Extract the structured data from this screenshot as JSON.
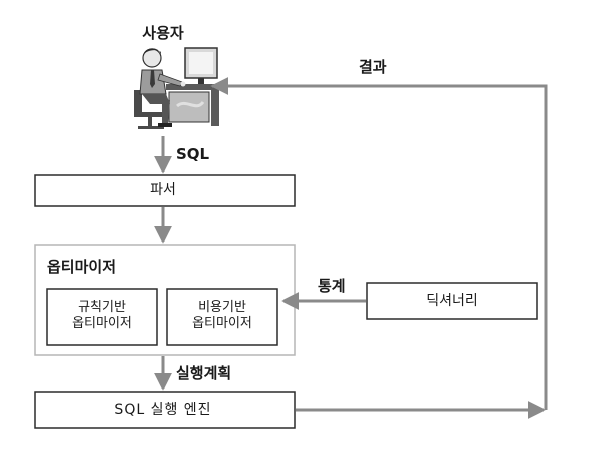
{
  "colors": {
    "box_border": "#2b2b2b",
    "optimizer_border": "#b5b5b5",
    "arrow": "#8a8a8a",
    "text": "#1a1a1a"
  },
  "icons": {
    "user": "user-at-computer-icon"
  },
  "nodes": {
    "user_label": "사용자",
    "parser": "파서",
    "optimizer_title": "옵티마이저",
    "rule_based_line1": "규칙기반",
    "rule_based_line2": "옵티마이저",
    "cost_based_line1": "비용기반",
    "cost_based_line2": "옵티마이저",
    "dictionary": "딕셔너리",
    "engine": "SQL 실행 엔진"
  },
  "edges": {
    "sql": "SQL",
    "stats": "통계",
    "plan": "실행계획",
    "result": "결과"
  }
}
